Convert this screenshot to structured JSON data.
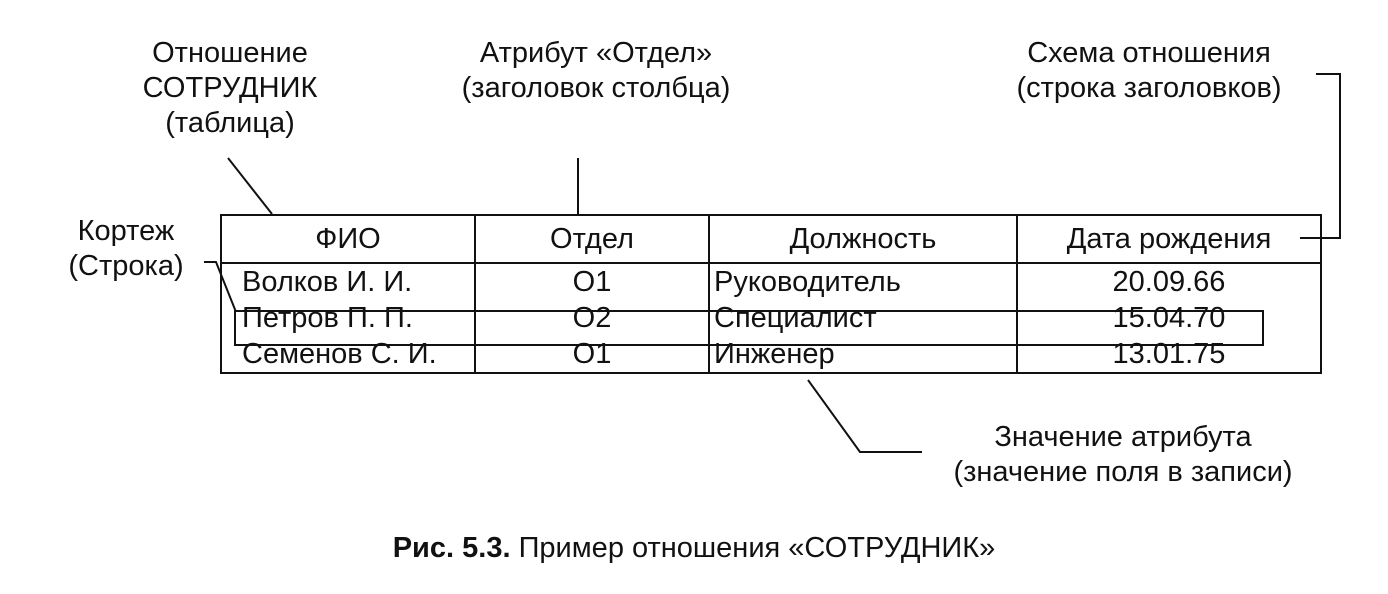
{
  "labels": {
    "relation": [
      "Отношение",
      "СОТРУДНИК",
      "(таблица)"
    ],
    "attribute": [
      "Атрибут «Отдел»",
      "(заголовок столбца)"
    ],
    "schema": [
      "Схема отношения",
      "(строка заголовков)"
    ],
    "tuple": [
      "Кортеж",
      "(Строка)"
    ],
    "value": [
      "Значение атрибута",
      "(значение поля в записи)"
    ]
  },
  "table": {
    "columns": [
      "ФИО",
      "Отдел",
      "Должность",
      "Дата рождения"
    ],
    "rows": [
      [
        "Волков  И. И.",
        "О1",
        "Руководитель",
        "20.09.66"
      ],
      [
        "Петров П. П.",
        "О2",
        "Специалист",
        "15.04.70"
      ],
      [
        "Семенов С. И.",
        "О1",
        "Инженер",
        "13.01.75"
      ]
    ]
  },
  "caption": {
    "number": "Рис. 5.3.",
    "text": "Пример отношения «СОТРУДНИК»"
  }
}
